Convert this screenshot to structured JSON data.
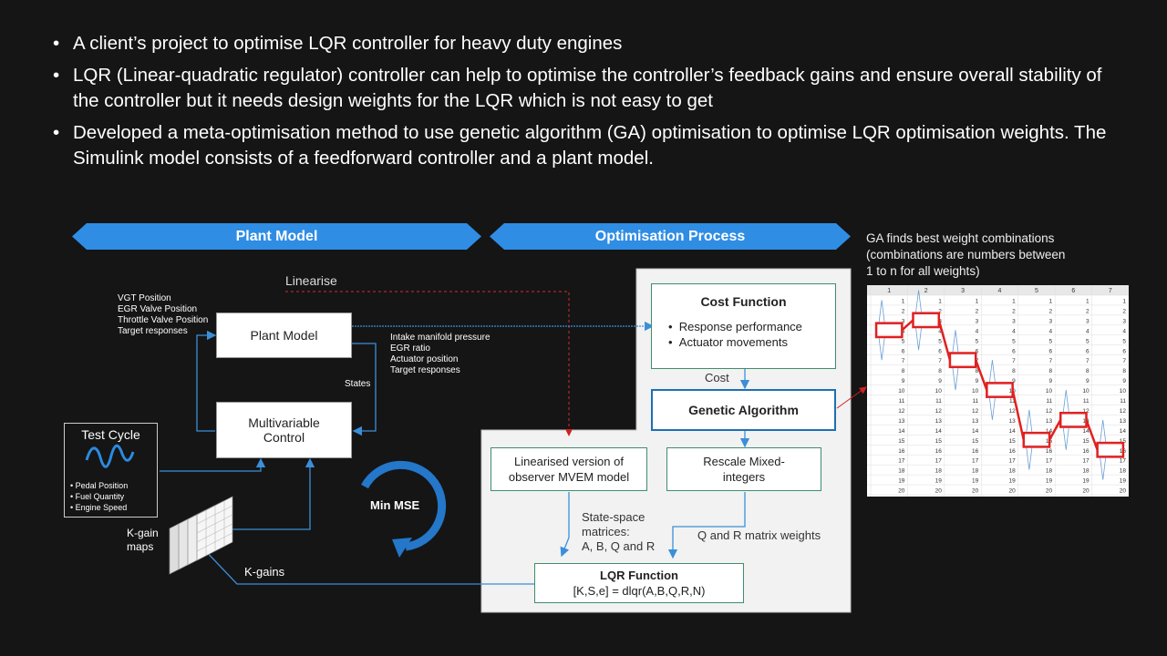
{
  "bullets": [
    "A client’s project to optimise LQR controller for heavy duty engines",
    "LQR (Linear-quadratic regulator) controller can help to optimise the controller’s feedback gains and ensure overall stability of the controller but it needs design weights for the LQR which is not easy to get",
    "Developed a meta-optimisation method to use genetic algorithm (GA) optimisation to optimise LQR optimisation weights. The Simulink model consists of a feedforward controller and a plant model."
  ],
  "bullet_symbol": "•",
  "banners": {
    "plant": "Plant Model",
    "optimisation": "Optimisation Process"
  },
  "plant": {
    "linearise_label": "Linearise",
    "inputs": [
      "VGT Position",
      "EGR Valve Position",
      "Throttle Valve Position",
      "Target responses"
    ],
    "plant_model": "Plant Model",
    "outputs": [
      "Intake manifold pressure",
      "EGR ratio",
      "Actuator position",
      "Target responses"
    ],
    "states_label": "States",
    "mv_control": [
      "Multivariable",
      "Control"
    ],
    "test_cycle": {
      "title": "Test Cycle",
      "items": [
        "Pedal Position",
        "Fuel Quantity",
        "Engine Speed"
      ]
    },
    "kgain_maps": [
      "K-gain",
      "maps"
    ],
    "kgains_label": "K-gains",
    "min_mse": "Min MSE"
  },
  "optimisation": {
    "cost_function": {
      "title": "Cost Function",
      "items": [
        "Response performance",
        "Actuator movements"
      ]
    },
    "cost_label": "Cost",
    "genetic_algorithm": "Genetic Algorithm",
    "linearised": [
      "Linearised version of",
      "observer MVEM model"
    ],
    "rescale": [
      "Rescale Mixed-",
      "integers"
    ],
    "state_space": [
      "State-space",
      "matrices:",
      "A, B, Q and R"
    ],
    "qr_weights": "Q and R matrix weights",
    "lqr": {
      "title": "LQR Function",
      "formula": "[K,S,e] = dlqr(A,B,Q,R,N)"
    }
  },
  "ga_caption": [
    "GA finds best weight combinations",
    "(combinations are numbers between",
    "1 to n for all weights)"
  ],
  "ga_table": {
    "columns": [
      "1",
      "2",
      "3",
      "4",
      "5",
      "6",
      "7"
    ],
    "rows": 20,
    "selected": [
      4,
      3,
      7,
      10,
      15,
      13,
      16
    ]
  },
  "colors": {
    "accent": "#2f8de4",
    "box_border": "#3e8e6b",
    "ga_border": "#1f6fb2",
    "path": "#e02020",
    "bg": "#151515"
  }
}
